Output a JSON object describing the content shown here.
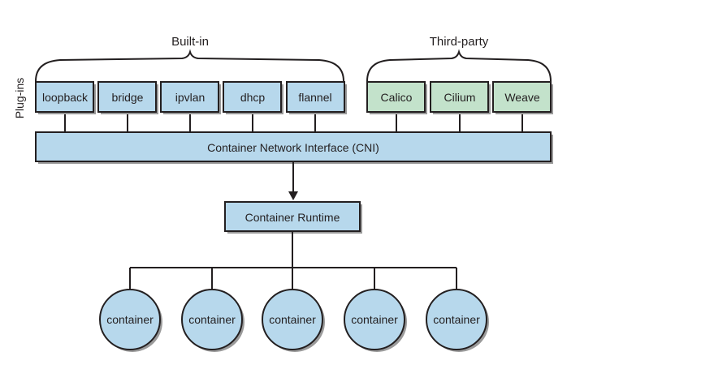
{
  "groups": {
    "builtin_label": "Built-in",
    "thirdparty_label": "Third-party"
  },
  "side_label": "Plug-ins",
  "builtin_plugins": [
    "loopback",
    "bridge",
    "ipvlan",
    "dhcp",
    "flannel"
  ],
  "thirdparty_plugins": [
    "Calico",
    "Cilium",
    "Weave"
  ],
  "cni_label": "Container Network Interface (CNI)",
  "runtime_label": "Container Runtime",
  "containers": [
    "container",
    "container",
    "container",
    "container",
    "container"
  ],
  "colors": {
    "blue_fill": "#b7d8ec",
    "green_fill": "#c3e2cb",
    "stroke": "#231f20",
    "shadow": "#9a9a9a"
  }
}
